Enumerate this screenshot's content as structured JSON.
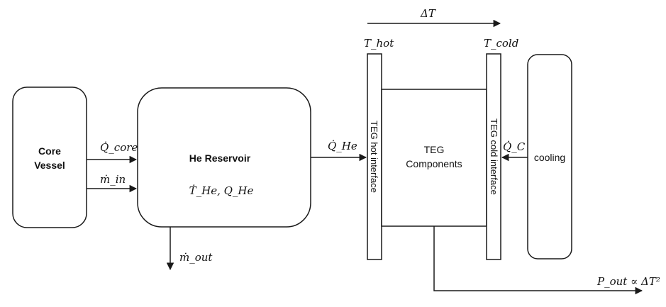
{
  "nodes": {
    "core_vessel": {
      "line1": "Core",
      "line2": "Vessel"
    },
    "he_reservoir": {
      "title": "He Reservoir",
      "state": "Ṫ_He, Q_He"
    },
    "teg_hot_interface": {
      "label": "TEG hot interface"
    },
    "teg_components": {
      "line1": "TEG",
      "line2": "Components"
    },
    "teg_cold_interface": {
      "label": "TEG cold interface"
    },
    "cooling": {
      "label": "cooling"
    }
  },
  "labels": {
    "q_core": "Q̇_core",
    "m_in": "ṁ_in",
    "m_out": "ṁ_out",
    "q_he": "Q̇_He",
    "q_c": "Q̇_C",
    "t_hot": "T_hot",
    "t_cold": "T_cold",
    "delta_t": "ΔT",
    "p_out": "P_out ∝ ΔT²"
  },
  "colors": {
    "stroke": "#1a1a1a",
    "text": "#111111",
    "background": "#ffffff"
  }
}
